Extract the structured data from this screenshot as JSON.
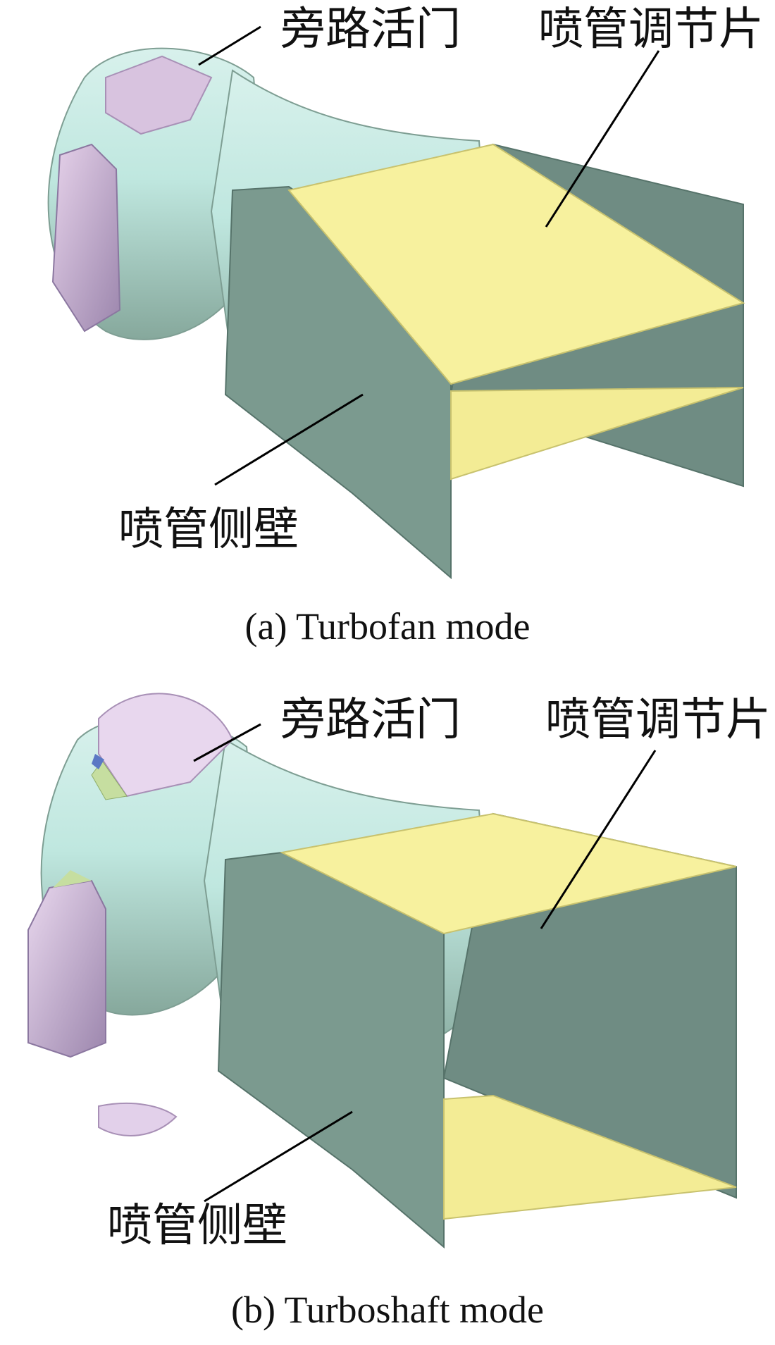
{
  "panels": [
    {
      "labels": {
        "bypass_door": "旁路活门",
        "nozzle_flap": "喷管调节片",
        "nozzle_sidewall": "喷管侧壁"
      },
      "caption": "(a) Turbofan mode"
    },
    {
      "labels": {
        "bypass_door": "旁路活门",
        "nozzle_flap": "喷管调节片",
        "nozzle_sidewall": "喷管侧壁"
      },
      "caption": "(b) Turboshaft mode"
    }
  ],
  "colors": {
    "duct_body": "#bfe7df",
    "bypass_door": "#c9b2d8",
    "nozzle_flap": "#f7f19e",
    "nozzle_sidewall": "#7b9a8f",
    "leader_line": "#000000"
  }
}
